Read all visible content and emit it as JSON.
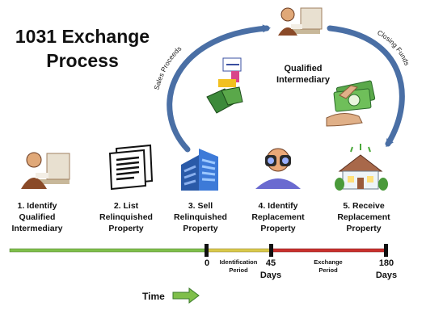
{
  "title": {
    "line1": "1031 Exchange",
    "line2": "Process"
  },
  "intermediary_label": {
    "line1": "Qualified",
    "line2": "Intermediary"
  },
  "flow_labels": {
    "sales_proceeds": "Sales Proceeds",
    "closing_funds": "Closing Funds"
  },
  "steps": [
    {
      "line1": "1.  Identify",
      "line2": "Qualified",
      "line3": "Intermediary",
      "icon": "person-at-desk-icon"
    },
    {
      "line1": "2.  List",
      "line2": "Relinquished",
      "line3": "Property",
      "icon": "documents-icon"
    },
    {
      "line1": "3.  Sell",
      "line2": "Relinquished",
      "line3": "Property",
      "icon": "building-icon"
    },
    {
      "line1": "4.  Identify",
      "line2": "Replacement",
      "line3": "Property",
      "icon": "binoculars-icon"
    },
    {
      "line1": "5.  Receive",
      "line2": "Replacement",
      "line3": "Property",
      "icon": "house-icon"
    }
  ],
  "timeline": {
    "ticks": [
      {
        "value": "0",
        "unit": ""
      },
      {
        "value": "45",
        "unit": "Days"
      },
      {
        "value": "180",
        "unit": "Days"
      }
    ],
    "periods": [
      {
        "line1": "Identification",
        "line2": "Period"
      },
      {
        "line1": "Exchange",
        "line2": "Period"
      }
    ],
    "colors": {
      "pre": "#7fbf4a",
      "identification": "#d9c94a",
      "exchange": "#c9302c"
    }
  },
  "time_label": "Time",
  "colors": {
    "arc": "#4a6fa5",
    "arrow": "#7fbf4a"
  }
}
